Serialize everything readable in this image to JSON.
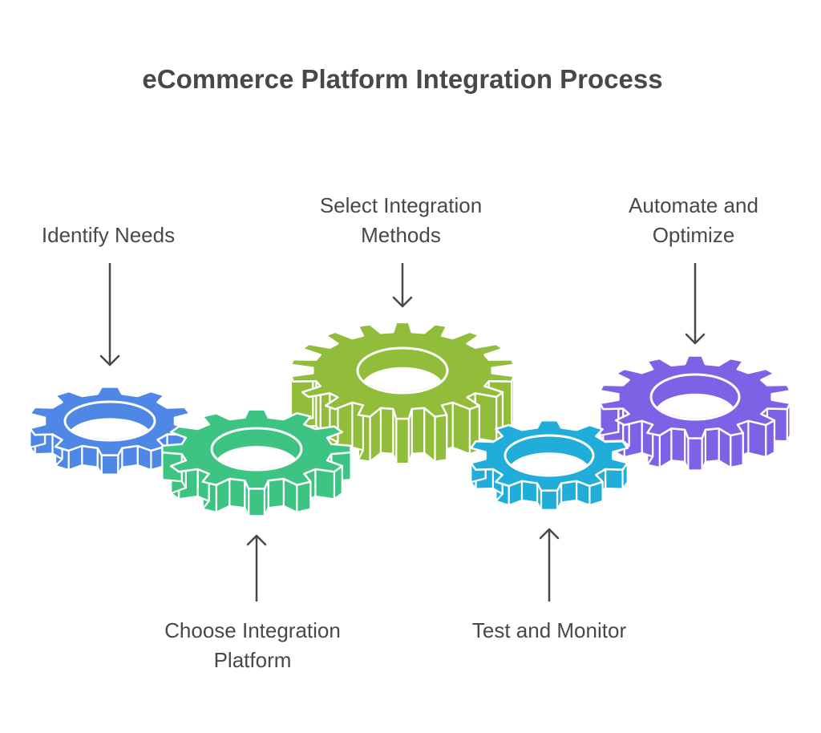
{
  "title": "eCommerce Platform Integration Process",
  "steps": [
    {
      "id": "identify-needs",
      "label": "Identify Needs",
      "color": "#4E87E6",
      "teeth": 10,
      "label_position": "top"
    },
    {
      "id": "choose-integration-platform",
      "label": "Choose Integration\nPlatform",
      "color": "#3EC482",
      "teeth": 12,
      "label_position": "bottom"
    },
    {
      "id": "select-integration-methods",
      "label": "Select Integration\nMethods",
      "color": "#92BD3A",
      "teeth": 18,
      "label_position": "top"
    },
    {
      "id": "test-and-monitor",
      "label": "Test and Monitor",
      "color": "#21ADD9",
      "teeth": 10,
      "label_position": "bottom"
    },
    {
      "id": "automate-and-optimize",
      "label": "Automate and\nOptimize",
      "color": "#7E62E6",
      "teeth": 14,
      "label_position": "top"
    }
  ],
  "text_color": "#484848",
  "arrow_color": "#484848"
}
